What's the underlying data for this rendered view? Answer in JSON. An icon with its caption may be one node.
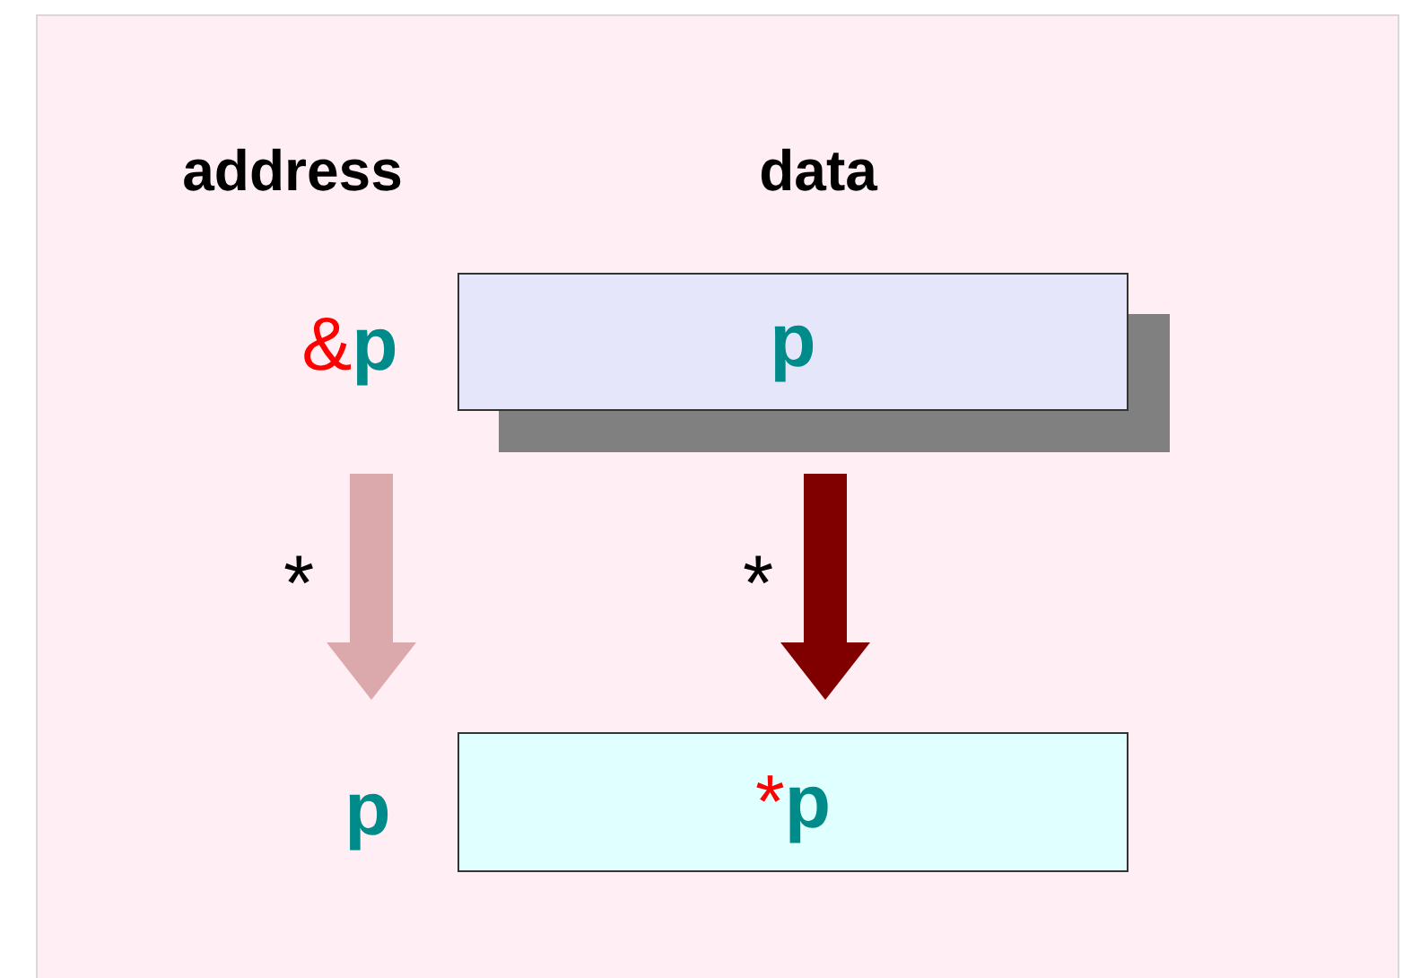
{
  "diagram": {
    "nodes": [
      {
        "text": [
          "&p"
        ]
      },
      {
        "text": [
          "p"
        ]
      },
      {
        "text": [
          "p"
        ]
      },
      {
        "text": [
          "*p"
        ]
      }
    ],
    "edges": [
      {
        "from": 0,
        "to": 2,
        "arrow": "to",
        "label": "*",
        "color": "#dba9ab"
      },
      {
        "from": 1,
        "to": 3,
        "arrow": "to",
        "label": "*",
        "color": "#800000"
      }
    ],
    "labels": [
      "address",
      "data"
    ]
  }
}
